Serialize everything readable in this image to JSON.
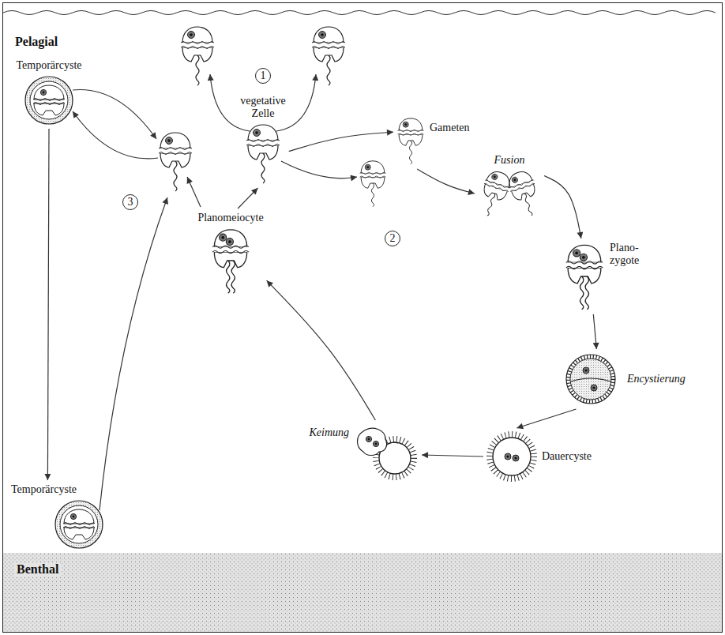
{
  "diagram": {
    "nodes": [
      {
        "text": [
          "Temporärcyste"
        ]
      },
      {
        "text": [
          "vegetative Zelle"
        ]
      },
      {
        "text": [
          "Gameten"
        ]
      },
      {
        "text": [
          "Fusion"
        ]
      },
      {
        "text": [
          "Plano- zygote"
        ]
      },
      {
        "text": [
          "Planomeiocyte"
        ]
      },
      {
        "text": [
          "Encystierung"
        ]
      },
      {
        "text": [
          "Dauercyste"
        ]
      },
      {
        "text": [
          "Keimung"
        ]
      },
      {
        "text": [
          "Temporärcyste"
        ]
      }
    ],
    "edges": [
      {
        "from": 1,
        "to": 2,
        "arrow": "to"
      },
      {
        "from": 2,
        "to": 3,
        "arrow": "to"
      },
      {
        "from": 3,
        "to": 4,
        "arrow": "to"
      },
      {
        "from": 4,
        "to": 6,
        "arrow": "to"
      },
      {
        "from": 6,
        "to": 7,
        "arrow": "to"
      },
      {
        "from": 7,
        "to": 8,
        "arrow": "to"
      },
      {
        "from": 8,
        "to": 5,
        "arrow": "to"
      },
      {
        "from": 5,
        "to": 1,
        "arrow": "to"
      },
      {
        "from": 0,
        "to": 9,
        "arrow": "to"
      }
    ],
    "labels": [
      "Pelagial",
      "Benthal",
      "1",
      "2",
      "3"
    ]
  }
}
